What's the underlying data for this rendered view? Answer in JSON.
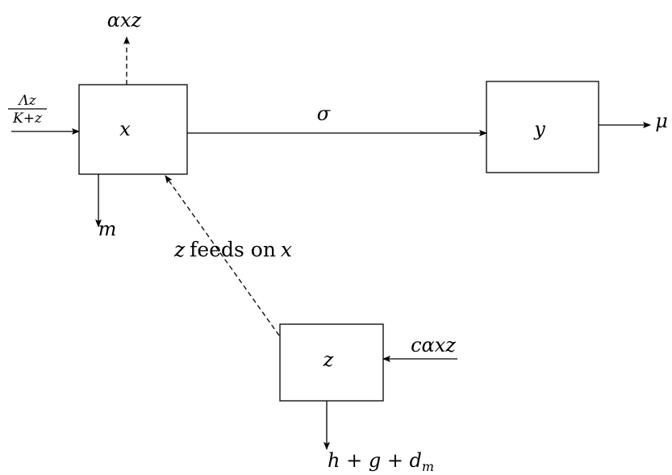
{
  "diagram": {
    "compartments": {
      "x": {
        "label": "x"
      },
      "y": {
        "label": "y"
      },
      "z": {
        "label": "z"
      }
    },
    "flows": {
      "inflow_x": {
        "numerator": "Λz",
        "denominator": "K+z"
      },
      "outflow_top_x": {
        "label": "αxz"
      },
      "mortality_x": {
        "label": "m"
      },
      "transfer_x_y": {
        "label": "σ"
      },
      "outflow_y": {
        "label": "μ"
      },
      "inflow_z": {
        "label": "cαxz"
      },
      "outflow_z": {
        "label": "h + g + d",
        "subscript": "m"
      },
      "feeding": {
        "var1": "z",
        "text": "feeds on",
        "var2": "x"
      }
    }
  }
}
